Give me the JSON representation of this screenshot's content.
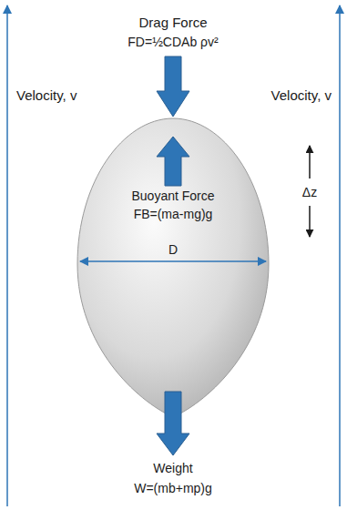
{
  "diagram": {
    "labels": [
      "Drag Force",
      "FD=½CDAb ρv²",
      "Velocity, v",
      "Velocity, v",
      "Buoyant Force",
      "FB=(ma-mg)g",
      "Δz",
      "D",
      "Weight",
      "W=(mb+mp)g"
    ]
  }
}
